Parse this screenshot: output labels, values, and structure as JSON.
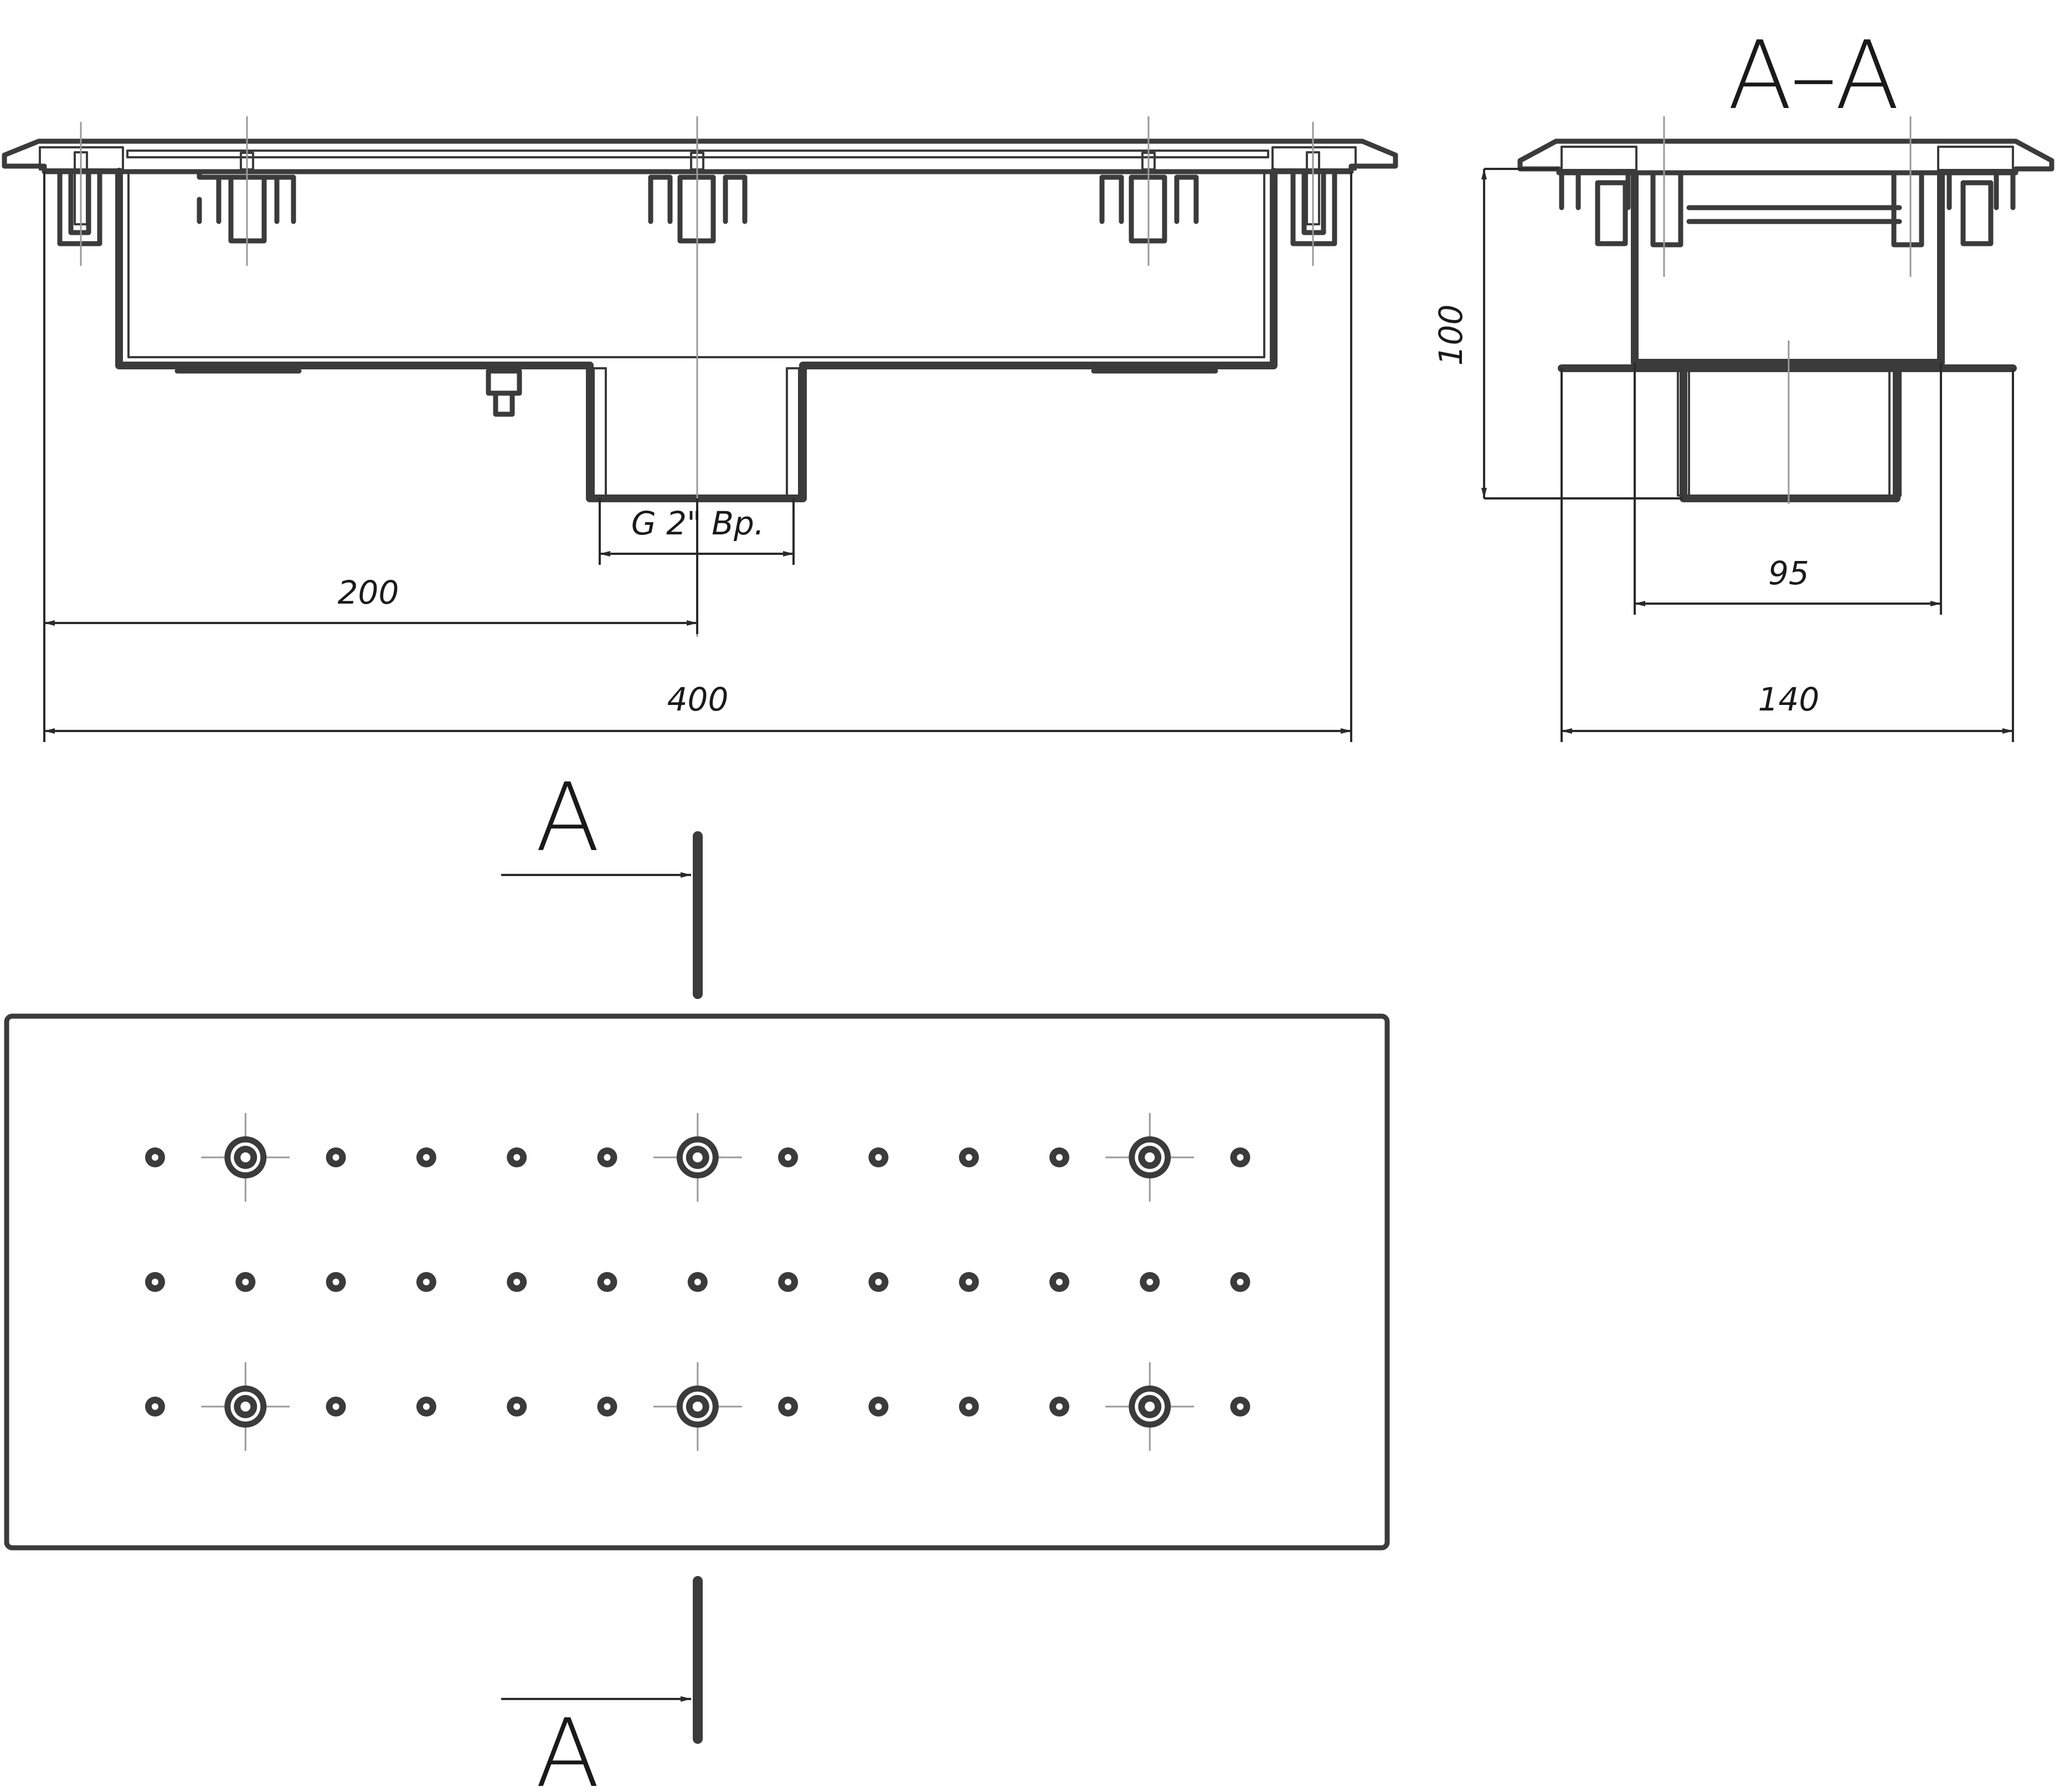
{
  "front_view": {
    "dim_overall": "400",
    "dim_center": "200",
    "dim_outlet": "G 2\" Вр."
  },
  "section_view": {
    "title": "A–A",
    "dim_height": "100",
    "dim_inner": "95",
    "dim_width": "140"
  },
  "plan_view": {
    "section_mark_top": "A",
    "section_mark_bottom": "A",
    "rows": 3,
    "columns": 13,
    "fastener_rows": [
      0,
      2
    ],
    "fastener_columns": [
      1,
      6,
      11
    ]
  },
  "colors": {
    "line": "#3b3b3b",
    "centerline": "#9a9a9a",
    "background": "#ffffff"
  }
}
